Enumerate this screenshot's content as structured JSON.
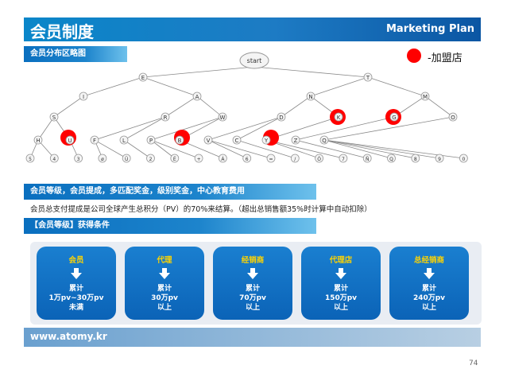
{
  "header": {
    "title": "会员制度",
    "subtitle": "Marketing Plan"
  },
  "section1": {
    "label": "会员分布区略图"
  },
  "legend": {
    "label": "-加盟店",
    "color": "#ff0000"
  },
  "tree": {
    "root": "start",
    "level1": [
      "E",
      "T"
    ],
    "level2": [
      "I",
      "A",
      "N",
      "M"
    ],
    "level3": [
      "S",
      "R",
      "W",
      "D",
      "K",
      "G",
      "O"
    ],
    "level4": [
      "H",
      "U",
      "F",
      "L",
      "P",
      "B",
      "V",
      "C",
      "Y",
      "Z",
      "Q"
    ],
    "level5": [
      "5",
      "4",
      "3",
      "ø",
      "Ü",
      "2",
      "É",
      "+",
      "Á",
      "6",
      "=",
      "/",
      "Ó",
      "7",
      "Ñ",
      "Q",
      "8",
      "9",
      "0"
    ],
    "marked_count": 5
  },
  "section2": {
    "label": "会员等级，会员提成，多匹配奖金，级别奖金，中心教育费用"
  },
  "note": "会员总支付提成是公司全球产生总积分（PV）的70%来结算。（超出总销售额35%时计算中自动扣除）",
  "section3": {
    "label": "【会员等级】获得条件"
  },
  "grades": [
    {
      "name": "会员",
      "line1": "累计",
      "line2": "1万pv~30万pv",
      "line3": "未满"
    },
    {
      "name": "代理",
      "line1": "累计",
      "line2": "30万pv",
      "line3": "以上"
    },
    {
      "name": "经销商",
      "line1": "累计",
      "line2": "70万pv",
      "line3": "以上"
    },
    {
      "name": "代理店",
      "line1": "累计",
      "line2": "150万pv",
      "line3": "以上"
    },
    {
      "name": "总经销商",
      "line1": "累计",
      "line2": "240万pv",
      "line3": "以上"
    }
  ],
  "footer": {
    "url": "www.atomy.kr"
  },
  "page_number": "74"
}
